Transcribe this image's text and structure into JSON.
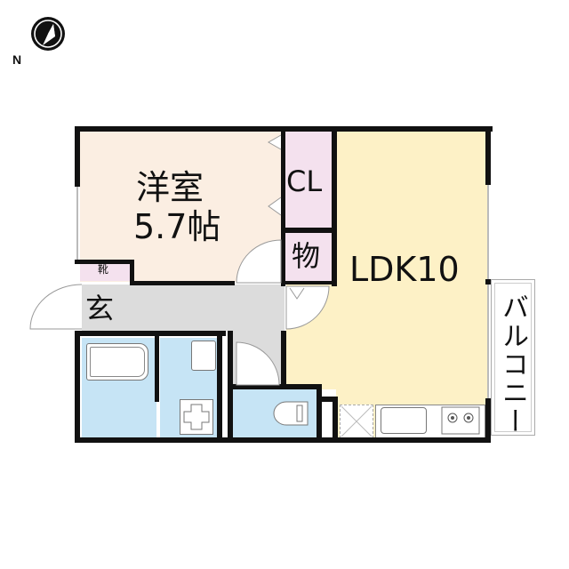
{
  "compass": {
    "label": "N",
    "icon": "north-arrow-icon"
  },
  "rooms": {
    "western_room": {
      "name": "洋室",
      "size": "5.7帖",
      "color": "#fbeee2"
    },
    "closet": {
      "name": "CL",
      "color": "#f4e1ee"
    },
    "storage": {
      "name": "物",
      "color": "#f4e1ee"
    },
    "ldk": {
      "name": "LDK10",
      "color": "#fdf1c6"
    },
    "entrance": {
      "name": "玄",
      "color": "#dcdcdc"
    },
    "shoe_box": {
      "name": "靴",
      "color": "#f4e1ee"
    },
    "hallway": {
      "color": "#dcdcdc"
    },
    "bath": {
      "color": "#c6e4f5"
    },
    "washroom": {
      "color": "#c6e4f5"
    },
    "toilet": {
      "color": "#c6e4f5"
    },
    "balcony": {
      "name": "バルコニー"
    }
  },
  "colors": {
    "wall": "#111111",
    "watermark": "#cfcfcf"
  }
}
